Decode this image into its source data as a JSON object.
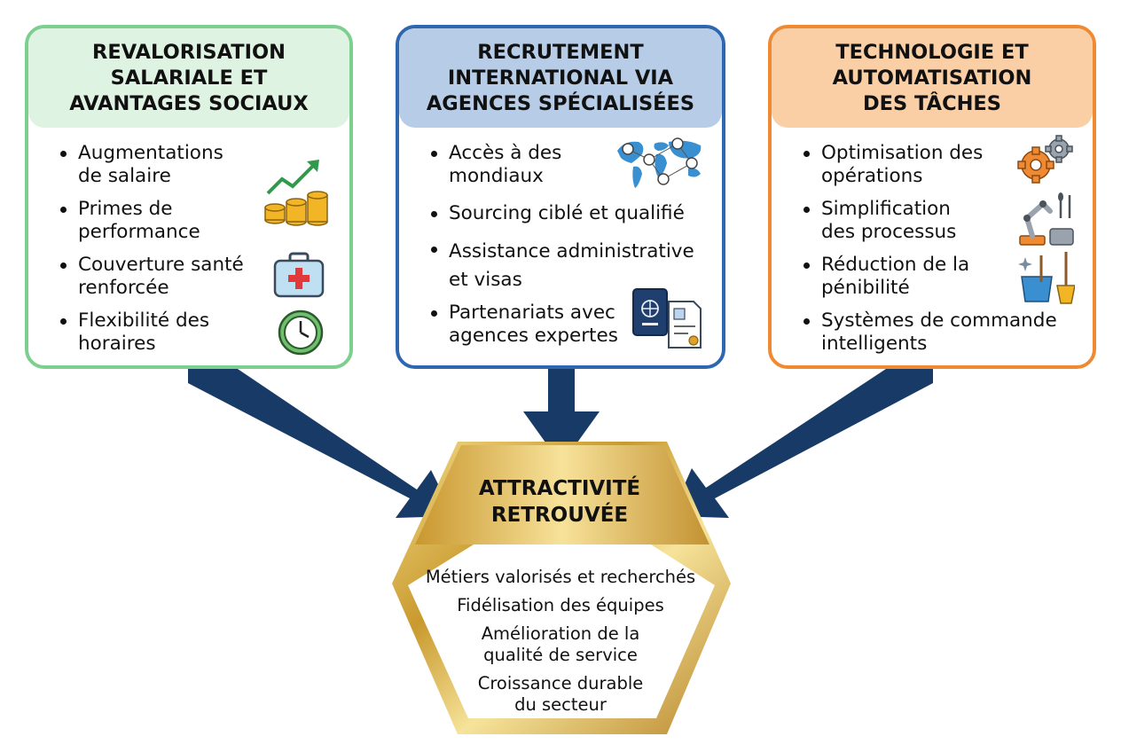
{
  "boxes": {
    "left": {
      "title_lines": [
        "REVALORISATION",
        "SALARIALE ET",
        "AVANTAGES SOCIAUX"
      ],
      "items": [
        [
          "Augmentations",
          "de salaire"
        ],
        [
          "Primes de",
          "performance"
        ],
        [
          "Couverture santé",
          "renforcée"
        ],
        [
          "Flexibilité des",
          "horaires"
        ]
      ],
      "icons": [
        "growth-coins-icon",
        "first-aid-kit-icon",
        "clock-icon"
      ]
    },
    "middle": {
      "title_lines": [
        "RECRUTEMENT",
        "INTERNATIONAL VIA",
        "AGENCES SPÉCIALISÉES"
      ],
      "items": [
        [
          "Accès à des",
          "mondiaux"
        ],
        [
          "Sourcing ciblé et qualifié"
        ],
        [
          "Assistance administrative",
          "et visas"
        ],
        [
          "Partenariats avec",
          "agences expertes"
        ]
      ],
      "icons": [
        "world-network-icon",
        "passport-document-icon"
      ]
    },
    "right": {
      "title_lines": [
        "TECHNOLOGIE ET",
        "AUTOMATISATION",
        "DES TÂCHES"
      ],
      "items": [
        [
          "Optimisation des",
          "opérations"
        ],
        [
          "Simplification",
          "des processus"
        ],
        [
          "Réduction de la",
          "pénibilité"
        ],
        [
          "Systèmes de commande",
          "intelligents"
        ]
      ],
      "icons": [
        "gears-icon",
        "robot-arm-icon",
        "cleaning-tools-icon"
      ]
    }
  },
  "center": {
    "title_lines": [
      "ATTRACTIVITÉ",
      "RETROUVÉE"
    ],
    "outcomes": [
      [
        "Métiers valorisés et recherchés"
      ],
      [
        "Fidélisation des équipes"
      ],
      [
        "Amélioration de la",
        "qualité de service"
      ],
      [
        "Croissance durable",
        "du secteur"
      ]
    ]
  },
  "colors": {
    "green_border": "#7ccf8e",
    "green_header": "#dff3e3",
    "blue_border": "#2e67b0",
    "blue_header": "#b7cde7",
    "orange_border": "#ef8a33",
    "orange_header": "#fbcfa5",
    "arrow": "#173a66",
    "gold": "#c9a43a"
  }
}
